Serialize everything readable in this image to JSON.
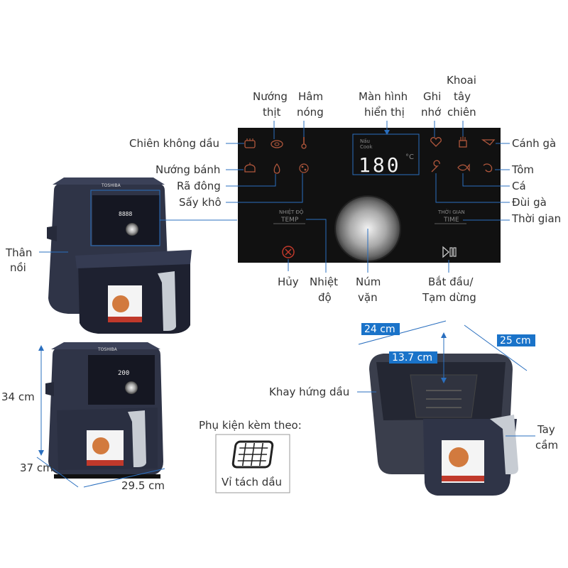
{
  "panel_labels": {
    "chien_khong_dau": "Chiên không dầu",
    "nuong_thit_1": "Nướng",
    "nuong_thit_2": "thịt",
    "ham_nong_1": "Hâm",
    "ham_nong_2": "nóng",
    "man_hinh_1": "Màn hình",
    "man_hinh_2": "hiển thị",
    "ghi_nho_1": "Ghi",
    "ghi_nho_2": "nhớ",
    "khoai_1": "Khoai",
    "khoai_2": "tây",
    "khoai_3": "chiên",
    "canh_ga": "Cánh gà",
    "nuong_banh": "Nướng bánh",
    "tom": "Tôm",
    "ra_dong": "Rã đông",
    "ca": "Cá",
    "say_kho": "Sấy khô",
    "dui_ga": "Đùi gà",
    "thoi_gian": "Thời gian",
    "huy": "Hủy",
    "nhiet_do_1": "Nhiệt",
    "nhiet_do_2": "độ",
    "num_van_1": "Núm",
    "num_van_2": "vặn",
    "bat_dau_1": "Bắt đầu/",
    "bat_dau_2": "Tạm dừng"
  },
  "panel_display": {
    "mode_1": "Nấu",
    "mode_2": "Cook",
    "temperature": "180",
    "unit": "°C",
    "temp_small_1": "NHIỆT ĐỘ",
    "temp_small_2": "TEMP",
    "time_small_1": "THỜI GIAN",
    "time_small_2": "TIME"
  },
  "product_labels": {
    "than_noi_1": "Thân",
    "than_noi_2": "nồi",
    "brand": "TOSHIBA",
    "front_display_top": "8888",
    "front_display_bottom": "200",
    "khay_hung_dau": "Khay hứng dầu",
    "tay_cam_1": "Tay",
    "tay_cam_2": "cầm",
    "phu_kien": "Phụ kiện kèm theo:",
    "vi_tach_dau": "Vỉ tách dầu"
  },
  "dimensions": {
    "height": "34 cm",
    "depth": "37 cm",
    "width": "29.5 cm",
    "basket_width": "24 cm",
    "basket_depth": "25 cm",
    "basket_height": "13.7 cm"
  },
  "colors": {
    "panel_bg": "#111111",
    "body_navy": "#2f3447",
    "leader_blue": "#2a6fbf",
    "dim_label_bg": "#1a73c9",
    "cancel_red": "#c0392b"
  }
}
